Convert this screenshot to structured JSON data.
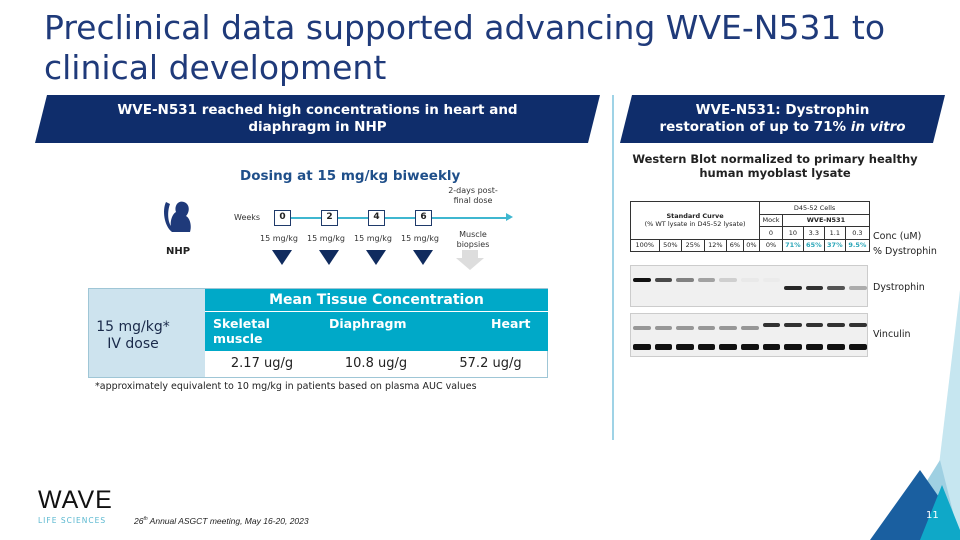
{
  "title": "Preclinical data supported advancing WVE-N531 to clinical development",
  "left_banner": {
    "line1": "WVE-N531 reached high concentrations in heart and",
    "line2": "diaphragm in NHP"
  },
  "right_banner": {
    "line1": "WVE-N531: Dystrophin",
    "line2": "restoration of up to 71% ",
    "line2_italic": "in vitro"
  },
  "dosing": {
    "title": "Dosing at 15 mg/kg biweekly",
    "weeks_label": "Weeks",
    "weeks": [
      "0",
      "2",
      "4",
      "6"
    ],
    "dose_label": "15 mg/kg",
    "post_final": "2-days post-final dose",
    "biopsies": "Muscle biopsies",
    "species": "NHP"
  },
  "tissue_table": {
    "header": "Mean Tissue Concentration",
    "row_label": "15 mg/kg* IV dose",
    "columns": [
      "Skeletal muscle",
      "Diaphragm",
      "Heart"
    ],
    "values": [
      "2.17 ug/g",
      "10.8 ug/g",
      "57.2 ug/g"
    ]
  },
  "footnote": "*approximately equivalent to 10 mg/kg in patients based on plasma AUC values",
  "western_blot": {
    "title": "Western Blot normalized to primary healthy human myoblast lysate",
    "cells_header": "D45-52 Cells",
    "std_curve": "Standard Curve",
    "std_curve_sub": "(% WT lysate in  D45-52 lysate)",
    "mock": "Mock",
    "drug": "WVE-N531",
    "conc": [
      "0",
      "10",
      "3.3",
      "1.1",
      "0.3"
    ],
    "conc_label": "Conc (uM)",
    "std_pct": [
      "100%",
      "50%",
      "25%",
      "12%",
      "6%",
      "0%"
    ],
    "mock_pct": "0%",
    "drug_pct": [
      "71%",
      "65%",
      "37%",
      "9.5%"
    ],
    "pct_label": "% Dystrophin",
    "dystrophin_label": "Dystrophin",
    "vinculin_label": "Vinculin",
    "dystrophin_intensity": [
      1,
      0.75,
      0.5,
      0.35,
      0.15,
      0.03,
      0,
      0.9,
      0.85,
      0.7,
      0.3
    ]
  },
  "footer": {
    "logo": "WAVE",
    "logo_sub": "LIFE SCIENCES",
    "meeting_ord": "26",
    "meeting_sup": "th",
    "meeting": " Annual ASGCT meeting, May 16-20, 2023",
    "page": "11"
  },
  "colors": {
    "navy": "#0f2d6b",
    "teal": "#00a9c8",
    "title": "#1f3a7a"
  }
}
